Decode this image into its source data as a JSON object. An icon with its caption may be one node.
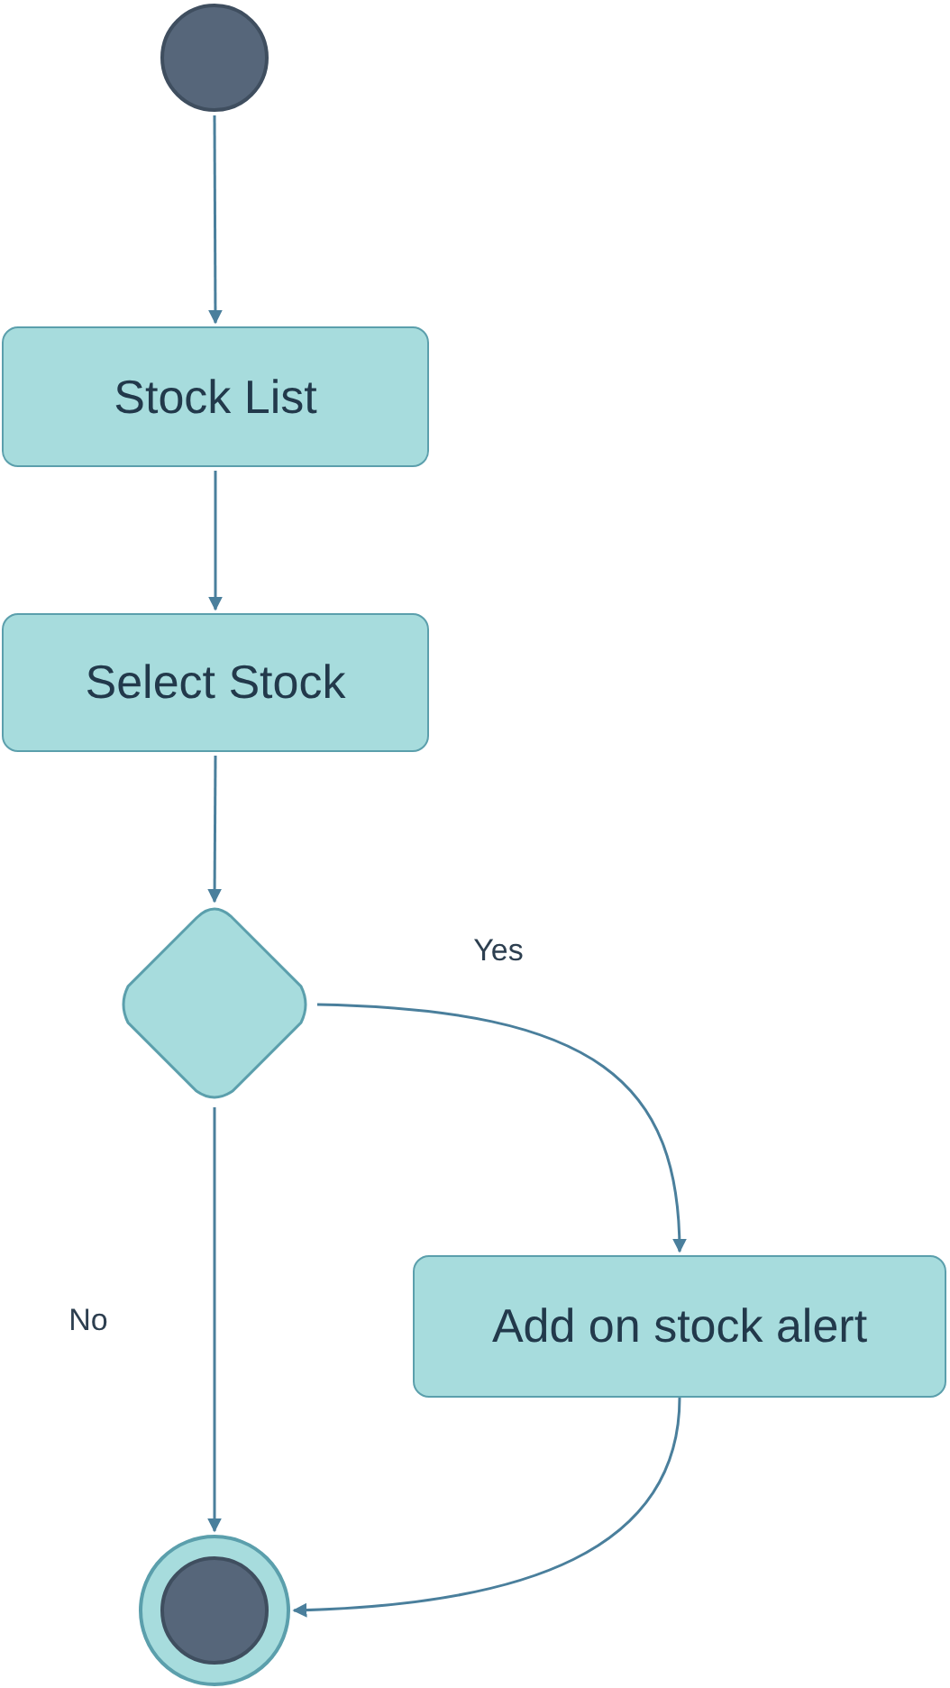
{
  "diagram": {
    "nodes": [
      {
        "text": [],
        "shape": "circle"
      },
      {
        "text": [
          "Stock List"
        ]
      },
      {
        "text": [
          "Select Stock"
        ]
      },
      {
        "text": [],
        "shape": "diamond"
      },
      {
        "text": [
          "Add on stock alert"
        ]
      },
      {
        "text": [],
        "shape": "circle"
      }
    ],
    "edges": [
      {
        "from": 0,
        "to": 1,
        "arrow": "to"
      },
      {
        "from": 1,
        "to": 2,
        "arrow": "to"
      },
      {
        "from": 2,
        "to": 3,
        "arrow": "to"
      },
      {
        "from": 3,
        "to": 4,
        "arrow": "to",
        "label": "Yes"
      },
      {
        "from": 3,
        "to": 5,
        "arrow": "to",
        "label": "No"
      },
      {
        "from": 4,
        "to": 5,
        "arrow": "to"
      }
    ]
  }
}
